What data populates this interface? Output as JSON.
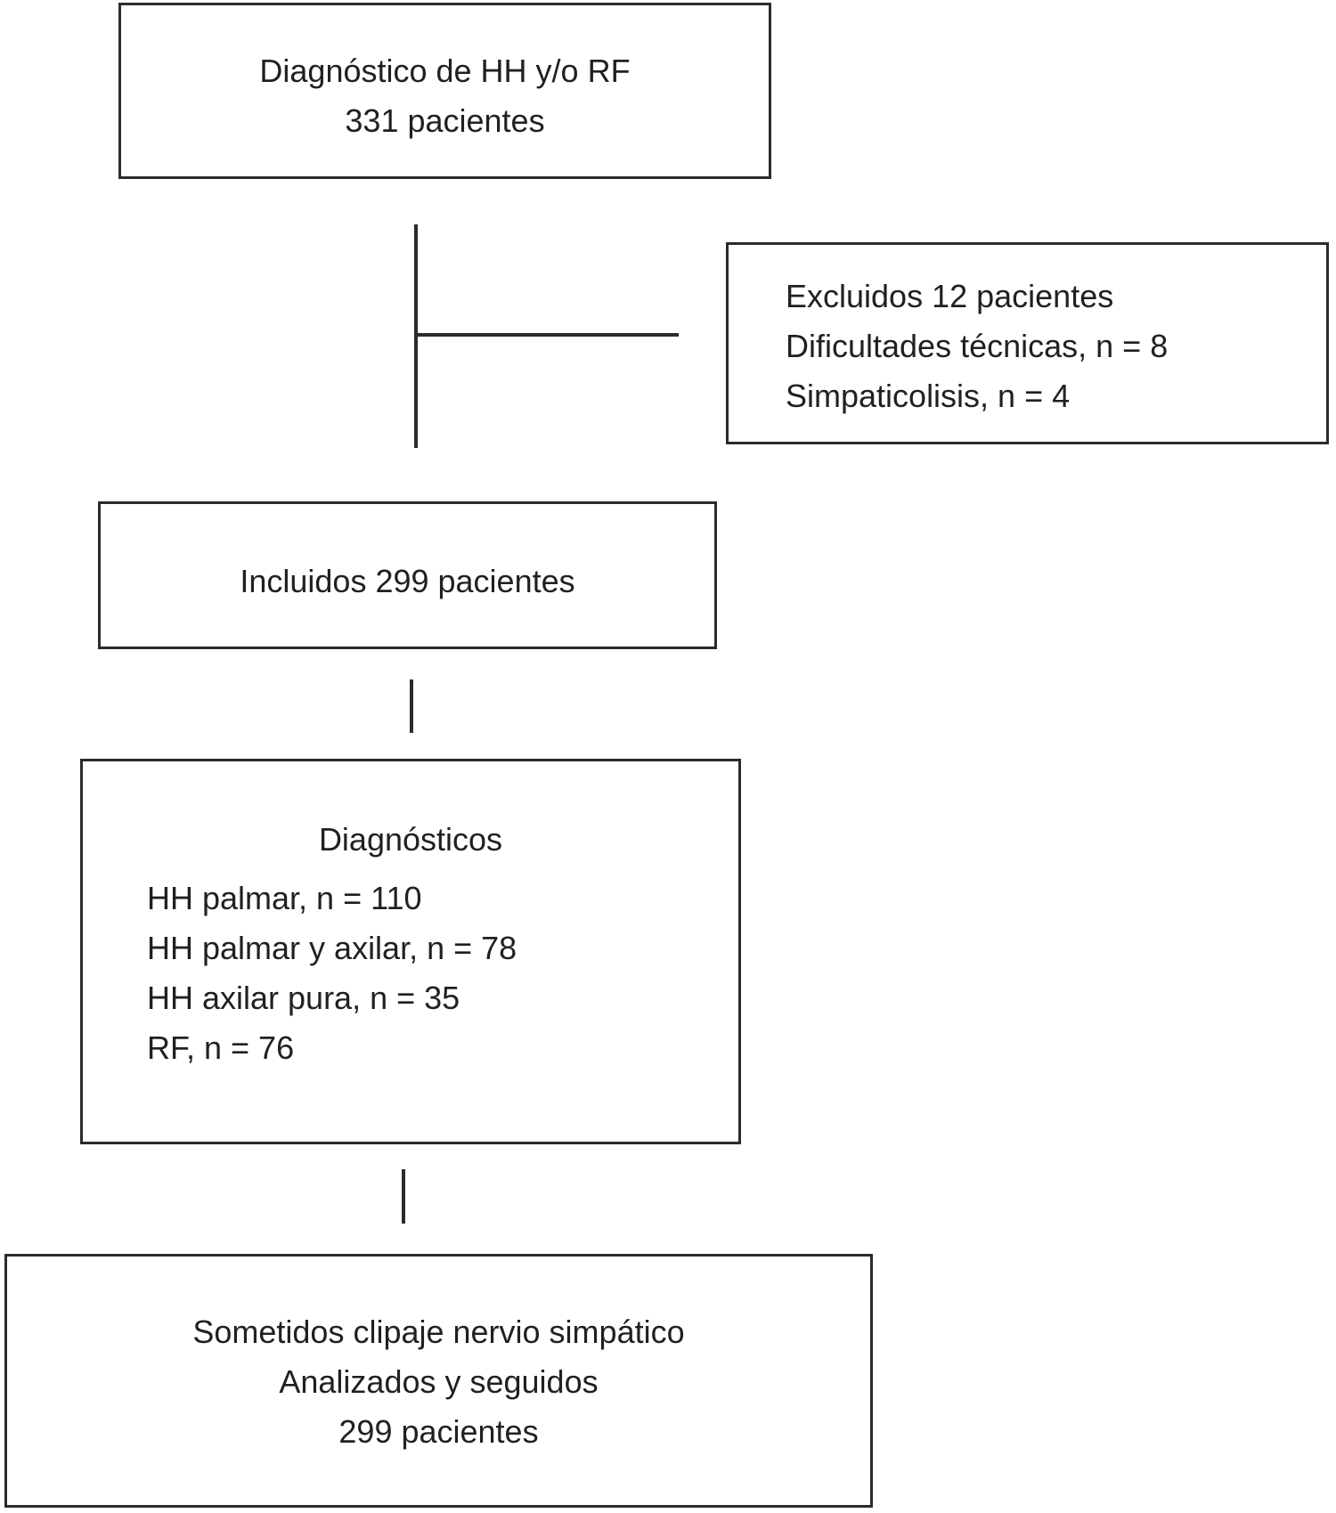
{
  "diagram": {
    "colors": {
      "border": "#2b2b2b",
      "text": "#231f20",
      "background": "#ffffff"
    },
    "boxes": {
      "diagnosis": {
        "lines": [
          "Diagnóstico de HH y/o RF",
          "331 pacientes"
        ]
      },
      "excluded": {
        "lines": [
          "Excluidos 12 pacientes",
          "Dificultades técnicas, n = 8",
          "Simpaticolisis, n = 4"
        ]
      },
      "included": {
        "lines": [
          "Incluidos 299 pacientes"
        ]
      },
      "diagnostics": {
        "title": "Diagnósticos",
        "items": [
          "HH palmar, n = 110",
          "HH palmar y axilar, n = 78",
          "HH axilar pura, n = 35",
          "RF, n = 76"
        ]
      },
      "outcome": {
        "lines": [
          "Sometidos clipaje nervio simpático",
          "Analizados y seguidos",
          "299 pacientes"
        ]
      }
    }
  }
}
